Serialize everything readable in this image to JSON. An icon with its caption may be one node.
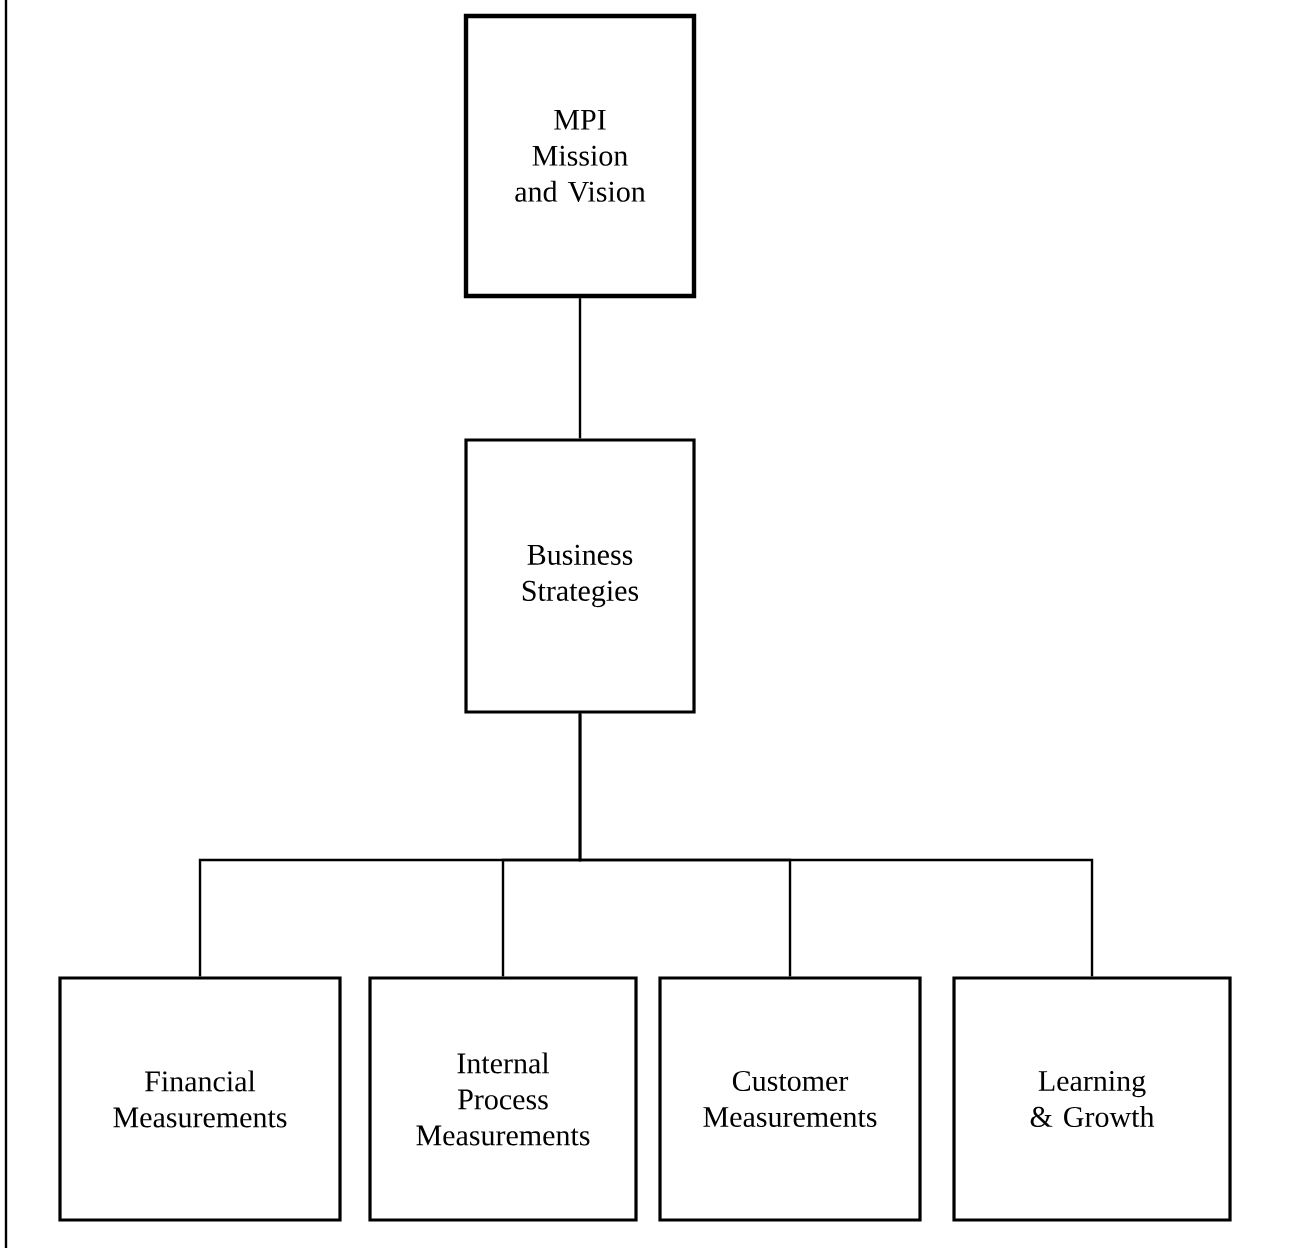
{
  "diagram": {
    "nodes": [
      {
        "text": [
          "MPI Mission and Vision"
        ]
      },
      {
        "text": [
          "Business Strategies"
        ]
      },
      {
        "text": [
          "Financial Measurements"
        ]
      },
      {
        "text": [
          "Internal Process Measurements"
        ]
      },
      {
        "text": [
          "Customer Measurements"
        ]
      },
      {
        "text": [
          "Learning & Growth"
        ]
      }
    ],
    "edges": [
      {
        "from": 0,
        "to": 1,
        "arrow": "none"
      },
      {
        "from": 1,
        "to": 2,
        "arrow": "none"
      },
      {
        "from": 1,
        "to": 3,
        "arrow": "none"
      },
      {
        "from": 1,
        "to": 4,
        "arrow": "none"
      },
      {
        "from": 1,
        "to": 5,
        "arrow": "none"
      }
    ]
  }
}
